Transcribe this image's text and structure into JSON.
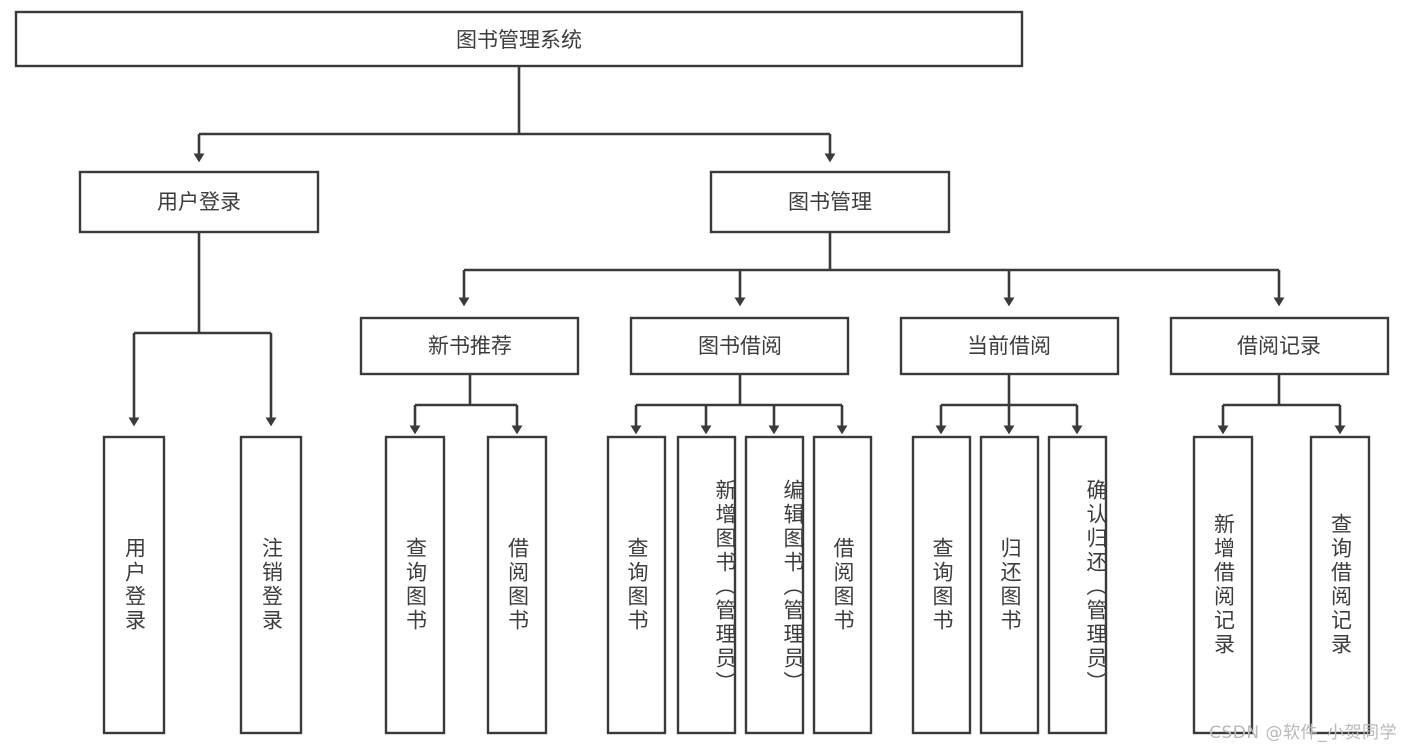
{
  "diagram": {
    "type": "tree",
    "title": "图书管理系统",
    "orientation": "top-down",
    "watermark": "CSDN @软件_小贺同学",
    "colors": {
      "stroke": "#3a3a3a",
      "fill": "#ffffff",
      "text": "#3d3d3d",
      "background": "#ffffff",
      "watermark": "#b9b9b9"
    },
    "root": {
      "id": "root",
      "label": "图书管理系统"
    },
    "level2": [
      {
        "id": "user-login",
        "label": "用户登录"
      },
      {
        "id": "book-manage",
        "label": "图书管理"
      }
    ],
    "level3": [
      {
        "id": "new-book-recommend",
        "label": "新书推荐",
        "parent": "book-manage"
      },
      {
        "id": "book-borrow",
        "label": "图书借阅",
        "parent": "book-manage"
      },
      {
        "id": "current-borrow",
        "label": "当前借阅",
        "parent": "book-manage"
      },
      {
        "id": "borrow-record",
        "label": "借阅记录",
        "parent": "book-manage"
      }
    ],
    "leaves": [
      {
        "id": "leaf-user-login",
        "label": "用户登录",
        "parent": "user-login"
      },
      {
        "id": "leaf-logout-login",
        "label": "注销登录",
        "parent": "user-login"
      },
      {
        "id": "leaf-query-book-1",
        "label": "查询图书",
        "parent": "new-book-recommend"
      },
      {
        "id": "leaf-borrow-book-1",
        "label": "借阅图书",
        "parent": "new-book-recommend"
      },
      {
        "id": "leaf-query-book-2",
        "label": "查询图书",
        "parent": "book-borrow"
      },
      {
        "id": "leaf-add-book",
        "label": "新增图书（管理员）",
        "parent": "book-borrow"
      },
      {
        "id": "leaf-edit-book",
        "label": "编辑图书（管理员）",
        "parent": "book-borrow"
      },
      {
        "id": "leaf-borrow-book-2",
        "label": "借阅图书",
        "parent": "book-borrow"
      },
      {
        "id": "leaf-query-book-3",
        "label": "查询图书",
        "parent": "current-borrow"
      },
      {
        "id": "leaf-return-book",
        "label": "归还图书",
        "parent": "current-borrow"
      },
      {
        "id": "leaf-confirm-return",
        "label": "确认归还（管理员）",
        "parent": "current-borrow"
      },
      {
        "id": "leaf-add-record",
        "label": "新增借阅记录",
        "parent": "borrow-record"
      },
      {
        "id": "leaf-query-record",
        "label": "查询借阅记录",
        "parent": "borrow-record"
      }
    ]
  }
}
